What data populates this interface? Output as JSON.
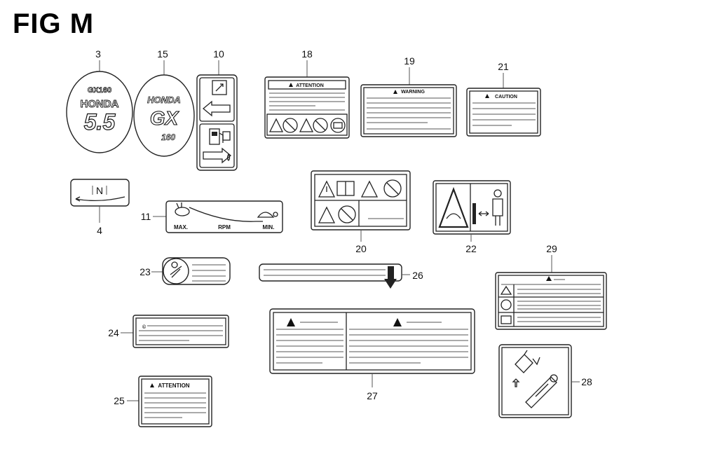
{
  "figure": {
    "title": "FIG M"
  },
  "parts": {
    "p3": "3",
    "p15": "15",
    "p10": "10",
    "p18": "18",
    "p19": "19",
    "p21": "21",
    "p4": "4",
    "p11": "11",
    "p20": "20",
    "p22": "22",
    "p23": "23",
    "p26": "26",
    "p29": "29",
    "p24": "24",
    "p27": "27",
    "p28": "28",
    "p25": "25"
  },
  "labels": {
    "emblem3": {
      "line1": "GX160",
      "line2": "HONDA",
      "line3": "5.5"
    },
    "emblem15": {
      "line1": "HONDA",
      "line2": "GX",
      "line3": "160"
    },
    "sticker18": {
      "header": "ATTENTION"
    },
    "sticker19": {
      "header": "WARNING"
    },
    "sticker21": {
      "header": "CAUTION"
    },
    "sticker11": {
      "max": "MAX.",
      "rpm": "RPM",
      "min": "MIN."
    },
    "sticker25": {
      "header": "ATTENTION"
    },
    "sticker4": {
      "mark": "N"
    },
    "sticker24": {
      "mark": "©"
    }
  },
  "icons": {
    "warning": "warning-triangle-icon",
    "book": "manual-book-icon",
    "prohibit": "no-symbol-icon",
    "fuel": "fuel-pump-icon",
    "arrow_left": "arrow-left-icon",
    "arrow_right": "arrow-right-icon",
    "rabbit": "rabbit-icon",
    "turtle": "turtle-icon",
    "oil_can": "oil-can-icon",
    "person": "person-icon"
  }
}
